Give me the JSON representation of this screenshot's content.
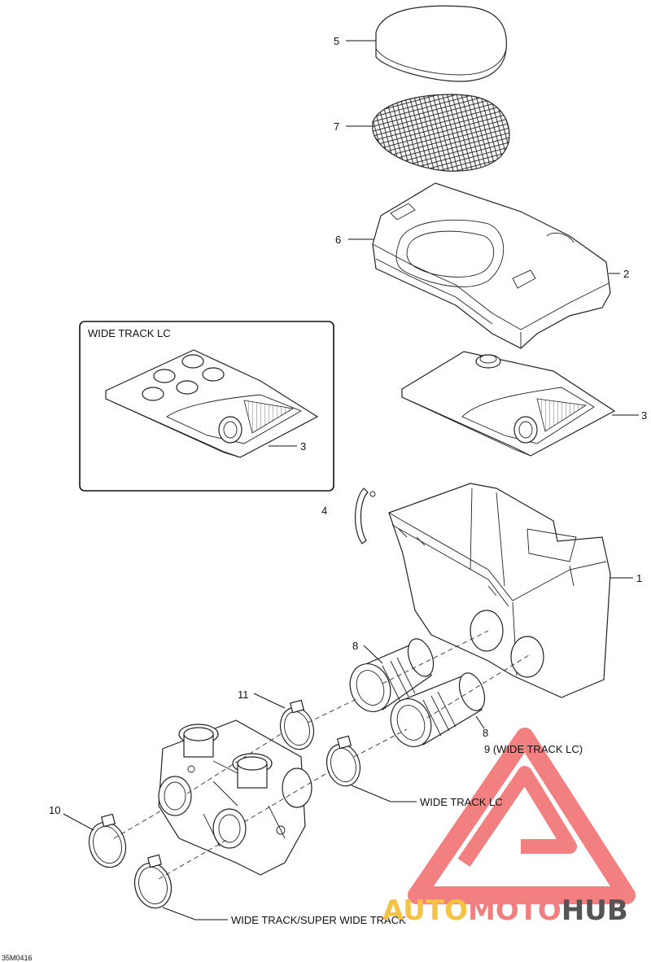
{
  "callouts": {
    "c1": "1",
    "c2": "2",
    "c3_main": "3",
    "c3_inset": "3",
    "c4": "4",
    "c5": "5",
    "c6": "6",
    "c7": "7",
    "c8_top": "8",
    "c8_bottom": "8",
    "c9": "9 (WIDE TRACK LC)",
    "c10": "10",
    "c11": "11"
  },
  "inset": {
    "title": "WIDE TRACK LC"
  },
  "notes": {
    "wide_track_lc": "WIDE TRACK LC",
    "wide_track_super": "WIDE TRACK/SUPER WIDE TRACK"
  },
  "figure_id": "35M0416",
  "watermark": {
    "part1": "AUTO",
    "part2": "MOTO",
    "part3": "HUB",
    "colors": {
      "auto": "#f4c244",
      "moto": "#f08080",
      "hub": "#555555",
      "logo": "#f26b6b"
    }
  }
}
